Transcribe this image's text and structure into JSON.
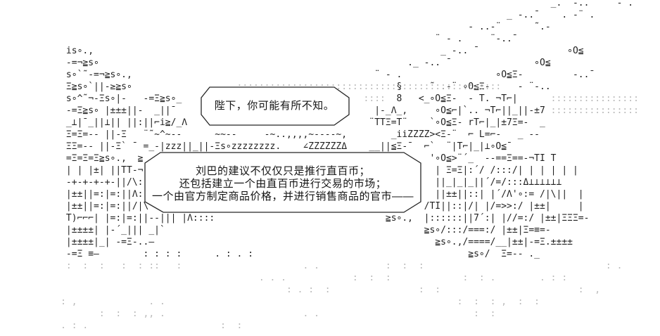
{
  "page": {
    "background_color": "#ffffff",
    "ink_color": "#1f1f1f",
    "dot_gray_color": "#b9b9b9"
  },
  "dialogue": {
    "bubble1": {
      "text": "陛下，你可能有所不知。"
    },
    "bubble2": {
      "lines": [
        "刘巴的建议不仅仅只是推行直百币；",
        "还包括建立一个由直百币进行交易的市场；",
        "一个由官方制定商品价格，并进行销售商品的官市——"
      ]
    }
  },
  "ascii": {
    "black": [
      "                                                                                                    _.  -.. ¯   - .",
      "                                                                                            _ -..¯    . -¨ .",
      "                                                                                     - ..-¨      ˜.-",
      "                                                                               ¨ - .     ¨-..¯",
      "            is∘.,                                                               _ -.. ¯                ∘O≦",
      "            -=¬≧s∘                                                        ._ -.. ¯               ∘O≦",
      "            s∘`˜-=¬≧s∘.,                                            ¨ - .                 ∘O≦Ξ-         -..¯",
      "            Ξ≧s∘`||-≥≧s∘                                                §     ˜ .-¨ ∘O≦Ξ-     - ¨-..",
      "            s∘^˜¬-Ξs∘|-   -=Ξ≧s∘_                                       8   <_∘O≦Ξ-  - T. ¬T⌐|",
      "            -=Ξ≧s∘ |±±±||-  _||¯                                    |-_Λ_,     ∘O≦⌐|`.. ¬T⌐||_||-±7",
      "            _⊥|¯_||⊥|| ||:||⌐i≧/_Λ                                 ¨TTΞ=T¨    `∘O≦Ξ- rT⌐|_|±7Ξ=-  _",
      "            Ξ=Ξ=-- ||-Ξ   ¨˜~^~--      ~~--     -~..,,,,~----~,        _iiZZZZ><Ξ-¨  ⌐ L=⌐-   _ --",
      "            ΞΞ=-- ||-Ξ` ¯ =_-|zzz||_||-Ξs∘zzzzzzzz.    ∠ZZZZZZΔ    __||≦Ξ-¯  ⌐`  ¨|T⌐|_|⊥∘O≦¯",
      "            =Ξ=Ξ=Ξ≧s∘.,  ≧                                                    '∘O≦>¨´_  --==Ξ==-¬TI T",
      "            | | |±| ||TT-¬                                                     | Ξ=Ξ|:´/ /:::/| | | | | |",
      "            -+-+-+-+-||/\\:                                                     ||_|_|_||´/=/:::Δ⊥⊥⊥⊥⊥⊥",
      "            |±±||=:|=:||Λ:                                                     ||±±||::| |´/Λ'∘:= /|\\||  |",
      "            |±±||=:|=:||/|\\                                                  /TI||::|/| |/=>>:/ |±±|     |",
      "            T)⌐⌐⌐| |=:|=:||--||| |Λ::::                               ≧s∘.,  |::::::||7´:| |//=:/ |±±|ΞΞΞ=-",
      "            |±±±±| |-´_||| _|`                                               ≧s∘/:::/===:/ |±±|Ξ=≡=-",
      "            |±±±±|_| -=Ξ-..—                                                   ≧s∘.,/====/__|±±|-=Ξ.±±±±",
      "            -=Ξ ≡—        : : : :      . : . :                                       ≧s∘/  Ξ=-- ._",
      "",
      "",
      "",
      "",
      "",
      ""
    ],
    "gray": [
      "",
      "",
      "",
      "",
      "",
      "",
      "",
      "                                           ::::::::::::::::::::::::::::::::::::::::::::::::",
      "                                           ::::::::               ::::                              ::::::::::::::::",
      "                                                                                                    ::::::::::::::::",
      "",
      "",
      "",
      "",
      "",
      "",
      "",
      "",
      "",
      "",
      "",
      "",
      "            :  :  :   :  : ::   :                      . .            :  :  :                                 : .",
      "                                               . . .            :  :  :             :  : .        . : :",
      "                                                    : . :  :                :  :                         :  ,",
      "           : ,             . .                                                     :  :  : ,  :  :",
      "                  :  :  : ,, .                         . .                            :  :",
      "           . : .                        :  :"
    ]
  }
}
